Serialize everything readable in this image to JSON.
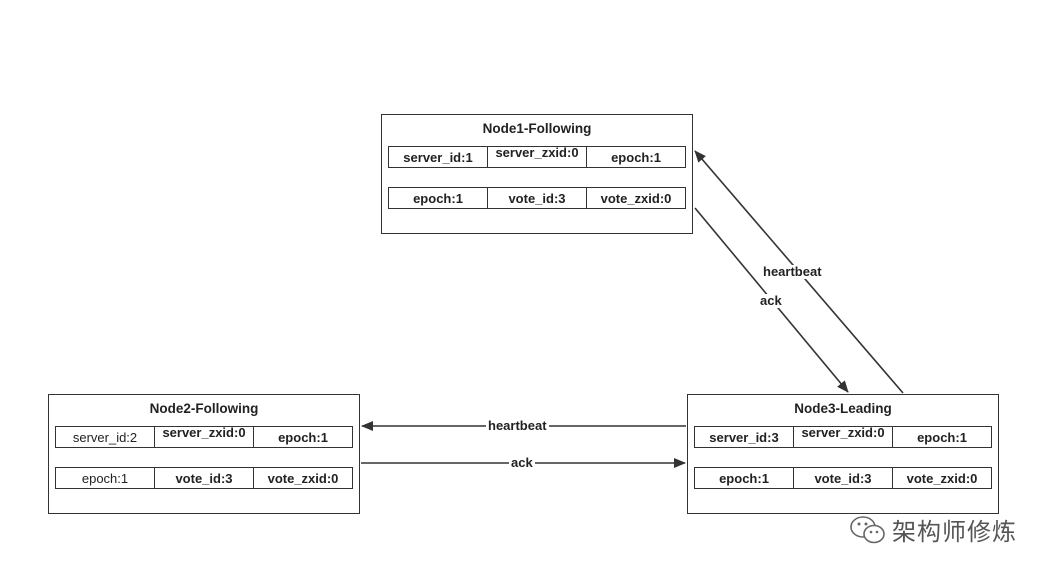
{
  "nodes": {
    "node1": {
      "title": "Node1-Following",
      "row1": [
        "server_id:1",
        "server_zxid:0",
        "epoch:1"
      ],
      "row2": [
        "epoch:1",
        "vote_id:3",
        "vote_zxid:0"
      ]
    },
    "node2": {
      "title": "Node2-Following",
      "row1": [
        "server_id:2",
        "server_zxid:0",
        "epoch:1"
      ],
      "row2": [
        "epoch:1",
        "vote_id:3",
        "vote_zxid:0"
      ]
    },
    "node3": {
      "title": "Node3-Leading",
      "row1": [
        "server_id:3",
        "server_zxid:0",
        "epoch:1"
      ],
      "row2": [
        "epoch:1",
        "vote_id:3",
        "vote_zxid:0"
      ]
    }
  },
  "edges": {
    "n3_to_n1": "heartbeat",
    "n1_to_n3": "ack",
    "n3_to_n2": "heartbeat",
    "n2_to_n3": "ack"
  },
  "watermark": {
    "icon": "wechat-icon",
    "text": "架构师修炼"
  }
}
